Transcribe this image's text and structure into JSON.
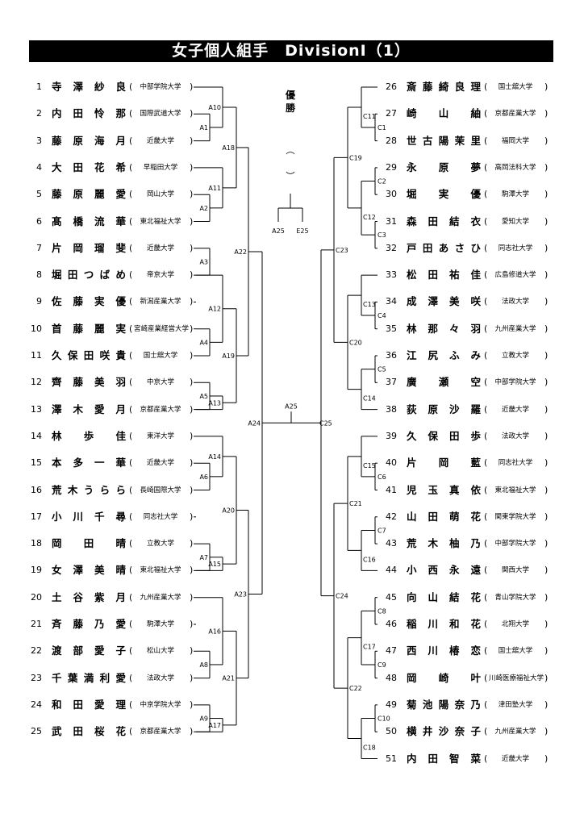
{
  "title": "女子個人組手　DivisionⅠ（1）",
  "champion_label": "優勝",
  "champion_parens": [
    "︵",
    "︶"
  ],
  "final_labels": {
    "left": "A25",
    "right": "E25",
    "center": "A25"
  },
  "left_players": [
    {
      "num": "1",
      "name": "寺澤紗良",
      "school": "中部学院大学"
    },
    {
      "num": "2",
      "name": "内田怜那",
      "school": "国際武道大学"
    },
    {
      "num": "3",
      "name": "藤原海月",
      "school": "近畿大学"
    },
    {
      "num": "4",
      "name": "大田花希",
      "school": "早稲田大学"
    },
    {
      "num": "5",
      "name": "藤原麗愛",
      "school": "岡山大学"
    },
    {
      "num": "6",
      "name": "髙橋流華",
      "school": "東北福祉大学"
    },
    {
      "num": "7",
      "name": "片岡瑠斐",
      "school": "近畿大学"
    },
    {
      "num": "8",
      "name": "堀田つばめ",
      "school": "帝京大学"
    },
    {
      "num": "9",
      "name": "佐藤実優",
      "school": "新潟産業大学"
    },
    {
      "num": "10",
      "name": "首藤麗実",
      "school": "宮崎産業経営大学"
    },
    {
      "num": "11",
      "name": "久保田咲貴",
      "school": "国士舘大学"
    },
    {
      "num": "12",
      "name": "齊藤美羽",
      "school": "中京大学"
    },
    {
      "num": "13",
      "name": "澤木愛月",
      "school": "京都産業大学"
    },
    {
      "num": "14",
      "name": "林歩佳",
      "school": "東洋大学"
    },
    {
      "num": "15",
      "name": "本多一華",
      "school": "近畿大学"
    },
    {
      "num": "16",
      "name": "荒木うらら",
      "school": "長崎国際大学"
    },
    {
      "num": "17",
      "name": "小川千尋",
      "school": "同志社大学"
    },
    {
      "num": "18",
      "name": "岡田晴",
      "school": "立教大学"
    },
    {
      "num": "19",
      "name": "女澤美晴",
      "school": "東北福祉大学"
    },
    {
      "num": "20",
      "name": "土谷紫月",
      "school": "九州産業大学"
    },
    {
      "num": "21",
      "name": "斉藤乃愛",
      "school": "駒澤大学"
    },
    {
      "num": "22",
      "name": "渡部愛子",
      "school": "松山大学"
    },
    {
      "num": "23",
      "name": "千葉満利愛",
      "school": "法政大学"
    },
    {
      "num": "24",
      "name": "和田愛理",
      "school": "中京学院大学"
    },
    {
      "num": "25",
      "name": "武田桜花",
      "school": "京都産業大学"
    }
  ],
  "right_players": [
    {
      "num": "26",
      "name": "斎藤綺良理",
      "school": "国士舘大学"
    },
    {
      "num": "27",
      "name": "崎山紬",
      "school": "京都産業大学"
    },
    {
      "num": "28",
      "name": "世古陽茉里",
      "school": "福岡大学"
    },
    {
      "num": "29",
      "name": "永原夢",
      "school": "高岡法科大学"
    },
    {
      "num": "30",
      "name": "堀実優",
      "school": "駒澤大学"
    },
    {
      "num": "31",
      "name": "森田結衣",
      "school": "愛知大学"
    },
    {
      "num": "32",
      "name": "戸田あさひ",
      "school": "同志社大学"
    },
    {
      "num": "33",
      "name": "松田祐佳",
      "school": "広島修道大学"
    },
    {
      "num": "34",
      "name": "成澤美咲",
      "school": "法政大学"
    },
    {
      "num": "35",
      "name": "林那々羽",
      "school": "九州産業大学"
    },
    {
      "num": "36",
      "name": "江尻ふみ",
      "school": "立教大学"
    },
    {
      "num": "37",
      "name": "廣瀬空",
      "school": "中部学院大学"
    },
    {
      "num": "38",
      "name": "荻原沙羅",
      "school": "近畿大学"
    },
    {
      "num": "39",
      "name": "久保田歩",
      "school": "法政大学"
    },
    {
      "num": "40",
      "name": "片岡藍",
      "school": "同志社大学"
    },
    {
      "num": "41",
      "name": "児玉真依",
      "school": "東北福祉大学"
    },
    {
      "num": "42",
      "name": "山田萌花",
      "school": "関東学院大学"
    },
    {
      "num": "43",
      "name": "荒木柚乃",
      "school": "中部学院大学"
    },
    {
      "num": "44",
      "name": "小西永遠",
      "school": "関西大学"
    },
    {
      "num": "45",
      "name": "向山結花",
      "school": "青山学院大学"
    },
    {
      "num": "46",
      "name": "稲川和花",
      "school": "北翔大学"
    },
    {
      "num": "47",
      "name": "西川椿恋",
      "school": "国士舘大学"
    },
    {
      "num": "48",
      "name": "岡崎叶",
      "school": "川崎医療福祉大学"
    },
    {
      "num": "49",
      "name": "菊池陽奈乃",
      "school": "津田塾大学"
    },
    {
      "num": "50",
      "name": "横井沙奈子",
      "school": "九州産業大学"
    },
    {
      "num": "51",
      "name": "内田智菜",
      "school": "近畿大学"
    }
  ],
  "left_matches": {
    "r1": [
      "A1",
      "A2",
      "A3",
      "A4",
      "A5",
      "A6",
      "A7",
      "A8",
      "A9"
    ],
    "r2": [
      "A10",
      "A11",
      "A12",
      "A13",
      "A14",
      "A15",
      "A16",
      "A17"
    ],
    "r3": [
      "A18",
      "A19",
      "A20",
      "A21"
    ],
    "r4": [
      "A22",
      "A23"
    ],
    "r5": "A24"
  },
  "right_matches": {
    "r1": [
      "C1",
      "C2",
      "C3",
      "C4",
      "C5",
      "C6",
      "C7",
      "C8",
      "C9",
      "C10"
    ],
    "r2": [
      "C11",
      "C12",
      "C13",
      "C14",
      "C15",
      "C16",
      "C17",
      "C18"
    ],
    "r3": [
      "C19",
      "C20",
      "C21",
      "C22"
    ],
    "r4": [
      "C23",
      "C24"
    ],
    "r5": "C25"
  }
}
